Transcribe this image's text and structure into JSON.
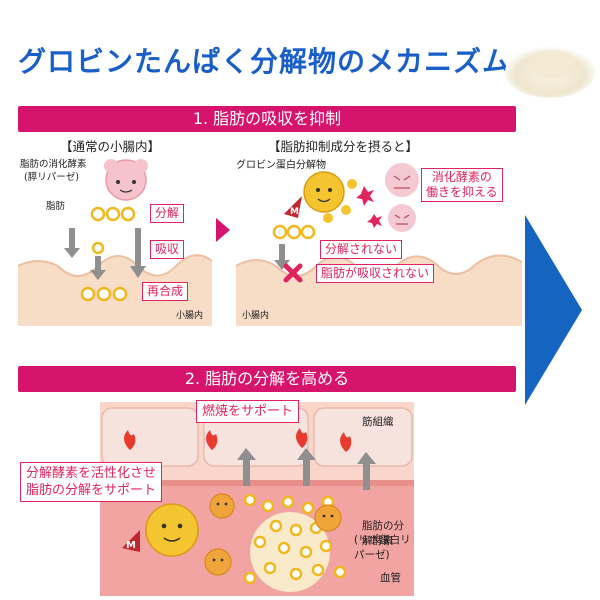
{
  "title": "グロビンたんぱく分解物のメカニズム",
  "section1": {
    "bar_label": "1. 脂肪の吸収を抑制",
    "left": {
      "heading": "【通常の小腸内】",
      "enzyme_label_line1": "脂肪の消化酵素",
      "enzyme_label_line2": "(膵リパーゼ)",
      "fat_label": "脂肪",
      "tag_break": "分解",
      "tag_absorb": "吸収",
      "tag_resynth": "再合成",
      "area_label": "小腸内"
    },
    "right": {
      "heading": "【脂肪抑制成分を摂ると】",
      "globin_label": "グロビン蛋白分解物",
      "tag_inhibit_line1": "消化酵素の",
      "tag_inhibit_line2": "働きを抑える",
      "tag_not_break": "分解されない",
      "tag_not_absorb": "脂肪が吸収されない",
      "area_label": "小腸内"
    }
  },
  "section2": {
    "bar_label": "2. 脂肪の分解を高める",
    "tag_burn": "燃焼をサポート",
    "muscle_label": "筋組織",
    "tag_activate_line1": "分解酵素を活性化させ",
    "tag_activate_line2": "脂肪の分解をサポート",
    "enzyme_label_line1": "脂肪の分解酵素",
    "enzyme_label_line2": "(リポ蛋白リパーゼ)",
    "vessel_label": "血管"
  },
  "mascot_letter": "M",
  "colors": {
    "title_blue": "#1a5fc8",
    "bar_magenta": "#d6146e",
    "tag_red": "#e0245e",
    "fat_yellow": "#f5c431",
    "arrow_blue": "#1565c0"
  }
}
